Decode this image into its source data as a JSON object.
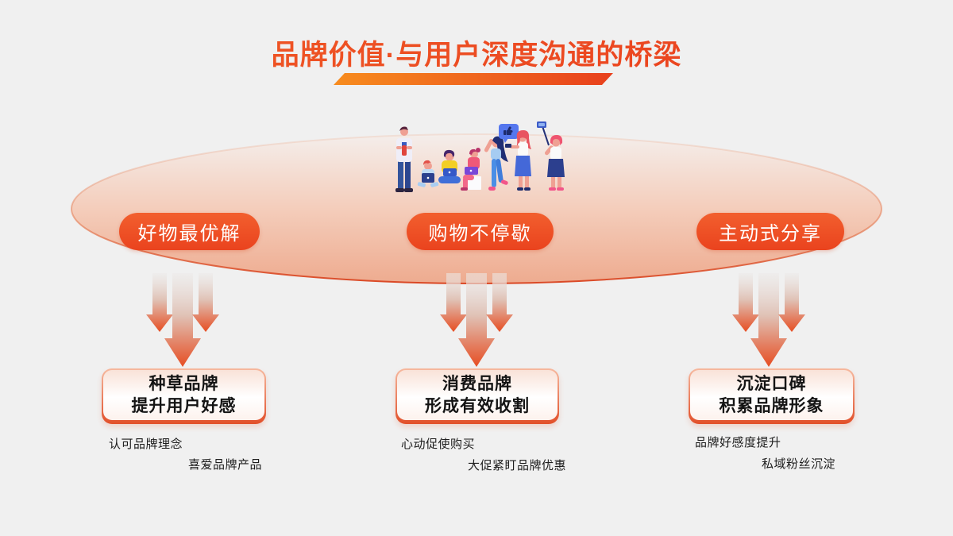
{
  "slide": {
    "title": "品牌价值·与用户深度沟通的桥梁",
    "background_color": "#f0f0f0",
    "accent_color": "#ee4a22",
    "title_underline_colors": [
      "#f78c1e",
      "#e8401d"
    ],
    "ellipse_gradient": [
      "#f4eeeb",
      "#f4cdbb",
      "#eeab8f"
    ],
    "ellipse_stroke_color": "#da4724"
  },
  "illustration": {
    "description": "flat illustration of people with laptops, phones and a selfie stick",
    "elements": [
      "standing-man-with-phone",
      "child-sitting-with-laptop",
      "person-cross-legged-with-laptop",
      "woman-sitting-with-laptop",
      "woman-waving",
      "thumbs-up-speech-bubble",
      "woman-holding-phone",
      "selfie-stick",
      "woman-taking-selfie"
    ]
  },
  "stages": [
    {
      "pill": "好物最优解",
      "box": [
        "种草品牌",
        "提升用户好感"
      ],
      "notes": [
        "认可品牌理念",
        "喜爱品牌产品"
      ]
    },
    {
      "pill": "购物不停歇",
      "box": [
        "消费品牌",
        "形成有效收割"
      ],
      "notes": [
        "心动促使购买",
        "大促紧盯品牌优惠"
      ]
    },
    {
      "pill": "主动式分享",
      "box": [
        "沉淀口碑",
        "积累品牌形象"
      ],
      "notes": [
        "品牌好感度提升",
        "私域粉丝沉淀"
      ]
    }
  ]
}
